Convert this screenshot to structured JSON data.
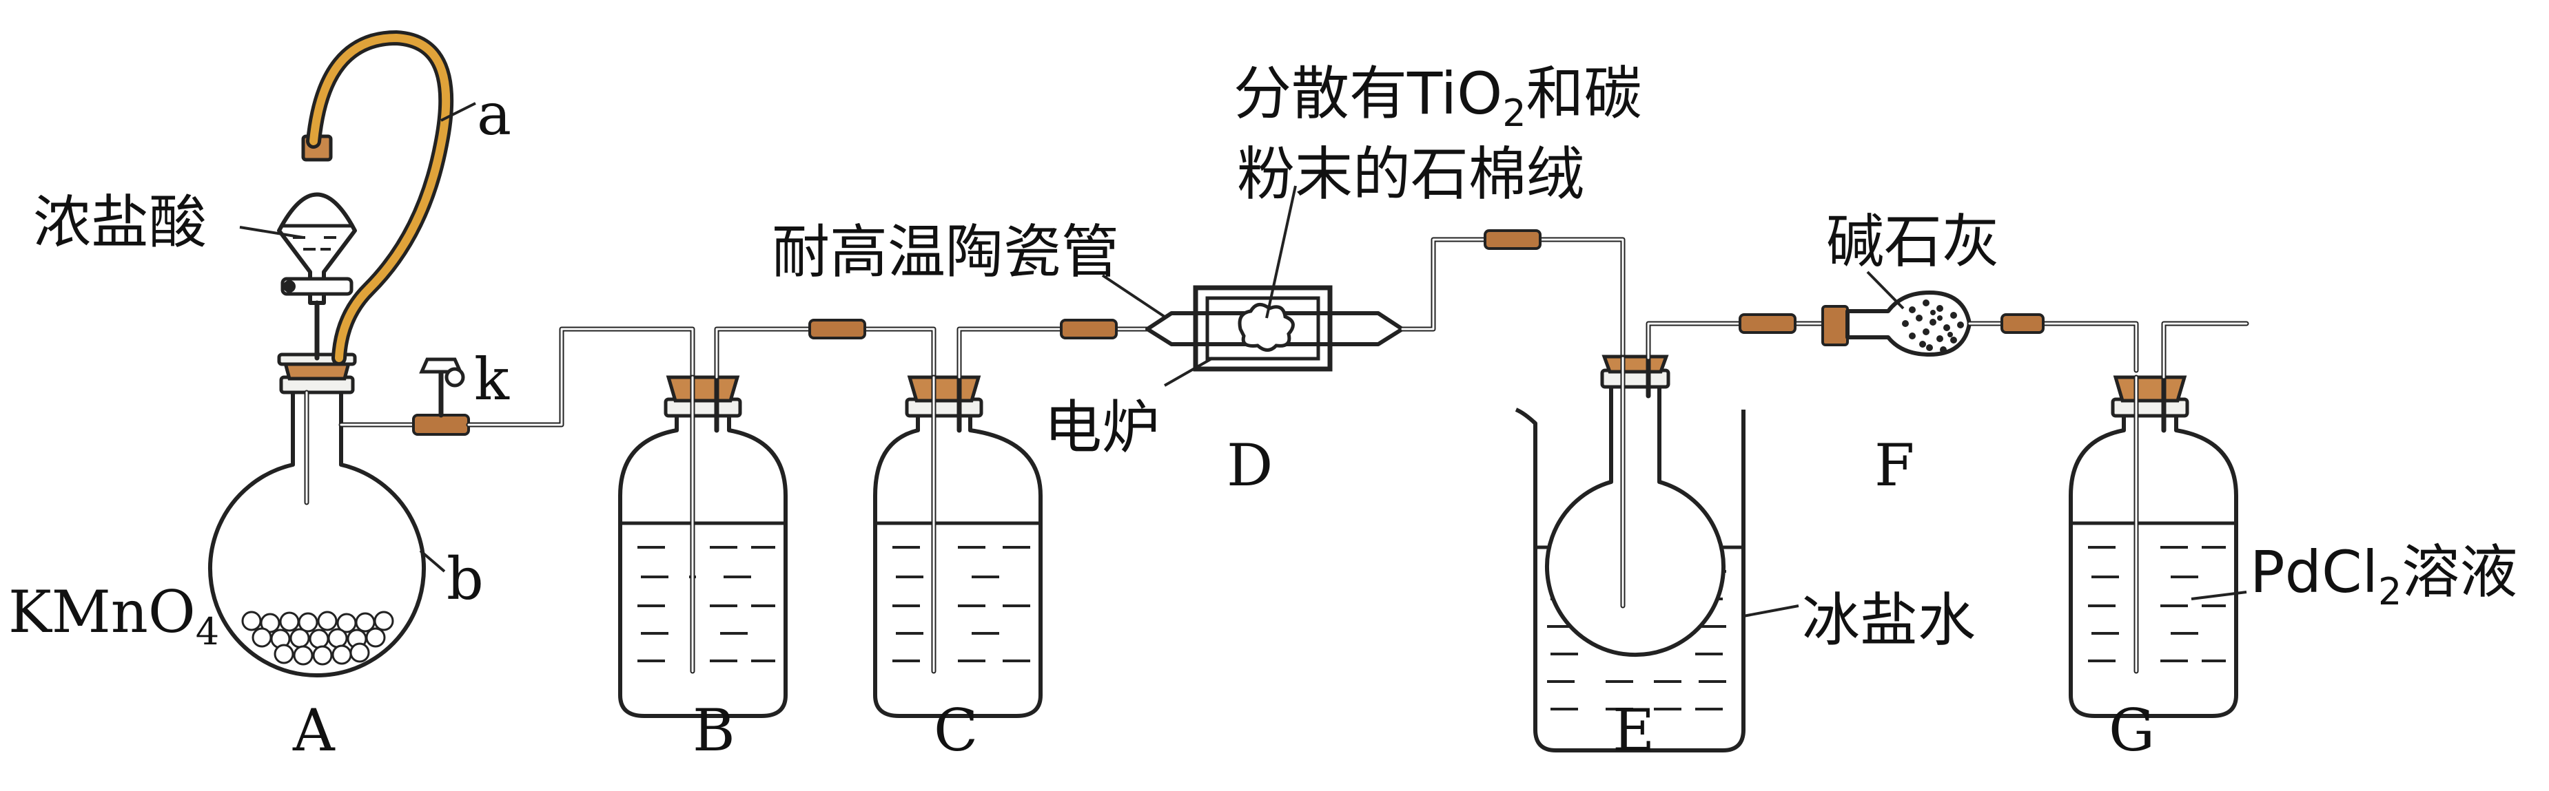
{
  "labels": {
    "conc_hcl": "浓盐酸",
    "hose_a": "a",
    "flask_b": "b",
    "valve_k": "k",
    "kmno4": "KMnO",
    "kmno4_sub": "4",
    "ceramic_tube": "耐高温陶瓷管",
    "furnace": "电炉",
    "asbestos_line1_pre": "分散有TiO",
    "asbestos_line1_sub": "2",
    "asbestos_line1_post": "和碳",
    "asbestos_line2": "粉末的石棉绒",
    "soda_lime": "碱石灰",
    "ice_salt_water": "冰盐水",
    "pdcl2_pre": "PdCl",
    "pdcl2_sub": "2",
    "pdcl2_post": "溶液"
  },
  "apparatus_letters": [
    "A",
    "B",
    "C",
    "D",
    "E",
    "F",
    "G"
  ],
  "colors": {
    "stopper": "#c8874a",
    "hose": "#e0a33a",
    "joint": "#b9773f",
    "line": "#222222"
  }
}
